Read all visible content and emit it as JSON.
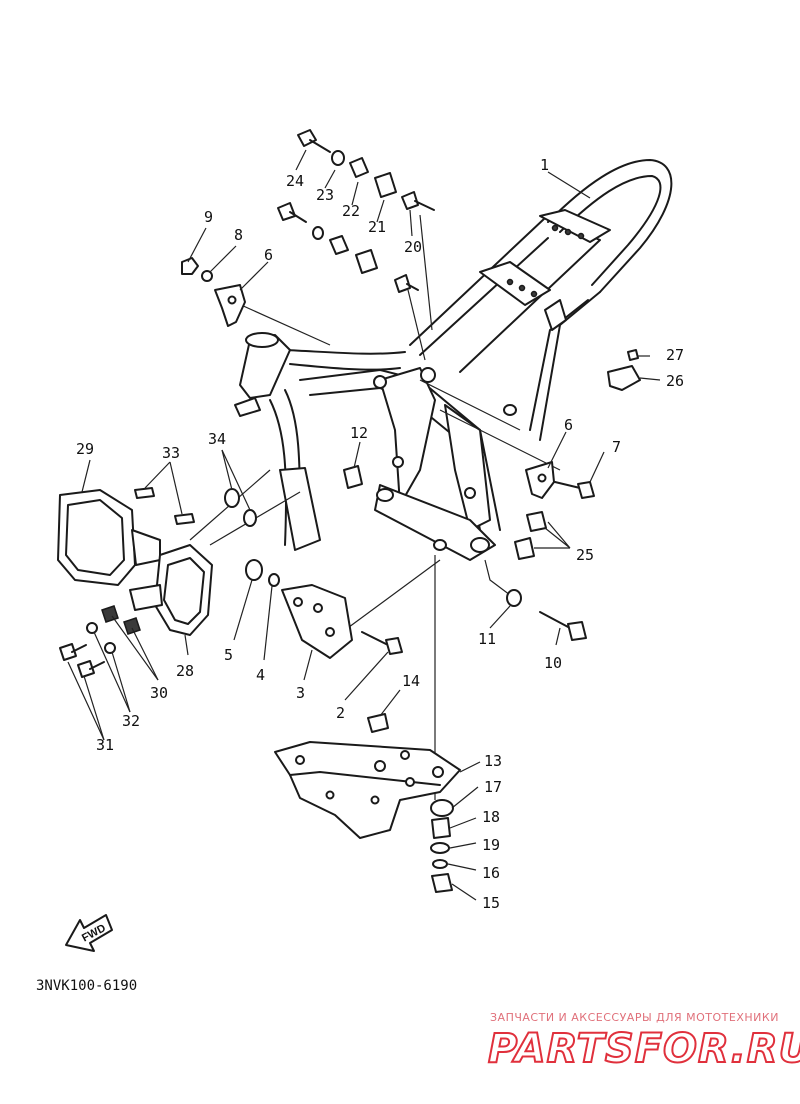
{
  "diagram": {
    "code": "3NVK100-6190",
    "fwd_label": "FWD",
    "callouts": [
      {
        "id": "c1",
        "label": "1"
      },
      {
        "id": "c2",
        "label": "2"
      },
      {
        "id": "c3",
        "label": "3"
      },
      {
        "id": "c4",
        "label": "4"
      },
      {
        "id": "c5",
        "label": "5"
      },
      {
        "id": "c6a",
        "label": "6"
      },
      {
        "id": "c6b",
        "label": "6"
      },
      {
        "id": "c7",
        "label": "7"
      },
      {
        "id": "c8",
        "label": "8"
      },
      {
        "id": "c9",
        "label": "9"
      },
      {
        "id": "c10",
        "label": "10"
      },
      {
        "id": "c11",
        "label": "11"
      },
      {
        "id": "c12",
        "label": "12"
      },
      {
        "id": "c13",
        "label": "13"
      },
      {
        "id": "c14",
        "label": "14"
      },
      {
        "id": "c15",
        "label": "15"
      },
      {
        "id": "c16",
        "label": "16"
      },
      {
        "id": "c17",
        "label": "17"
      },
      {
        "id": "c18",
        "label": "18"
      },
      {
        "id": "c19",
        "label": "19"
      },
      {
        "id": "c20",
        "label": "20"
      },
      {
        "id": "c21",
        "label": "21"
      },
      {
        "id": "c22",
        "label": "22"
      },
      {
        "id": "c23",
        "label": "23"
      },
      {
        "id": "c24",
        "label": "24"
      },
      {
        "id": "c25",
        "label": "25"
      },
      {
        "id": "c26",
        "label": "26"
      },
      {
        "id": "c27",
        "label": "27"
      },
      {
        "id": "c28",
        "label": "28"
      },
      {
        "id": "c29",
        "label": "29"
      },
      {
        "id": "c30",
        "label": "30"
      },
      {
        "id": "c31",
        "label": "31"
      },
      {
        "id": "c32",
        "label": "32"
      },
      {
        "id": "c33",
        "label": "33"
      },
      {
        "id": "c34",
        "label": "34"
      }
    ]
  },
  "watermark": {
    "tagline": "ЗАПЧАСТИ И АКСЕССУАРЫ ДЛЯ МОТОТЕХНИКИ",
    "brand": "PARTSFOR.RU"
  }
}
